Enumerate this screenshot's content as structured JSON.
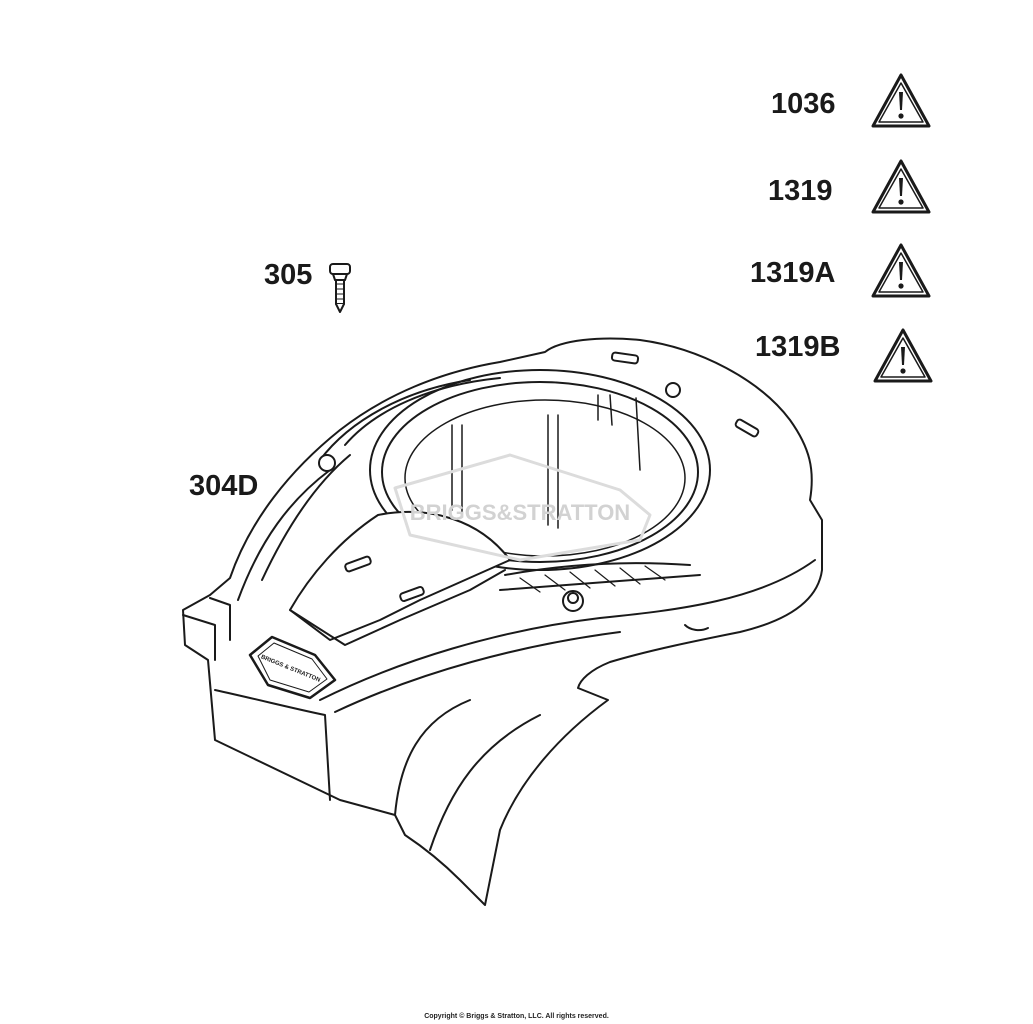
{
  "callouts": {
    "part_1036": "1036",
    "part_1319": "1319",
    "part_1319a": "1319A",
    "part_1319b": "1319B",
    "part_305": "305",
    "part_304d": "304D"
  },
  "warning_icon": {
    "name": "warning-triangle-icon",
    "glyph": "!"
  },
  "watermark": {
    "text": "BRIGGS&STRATTON"
  },
  "badge": {
    "text": "BRIGGS & STRATTON"
  },
  "footer": {
    "copyright": "Copyright © Briggs & Stratton, LLC. All rights reserved."
  },
  "colors": {
    "line": "#1a1a1a",
    "watermark": "#dcdcdc",
    "background": "#ffffff"
  }
}
